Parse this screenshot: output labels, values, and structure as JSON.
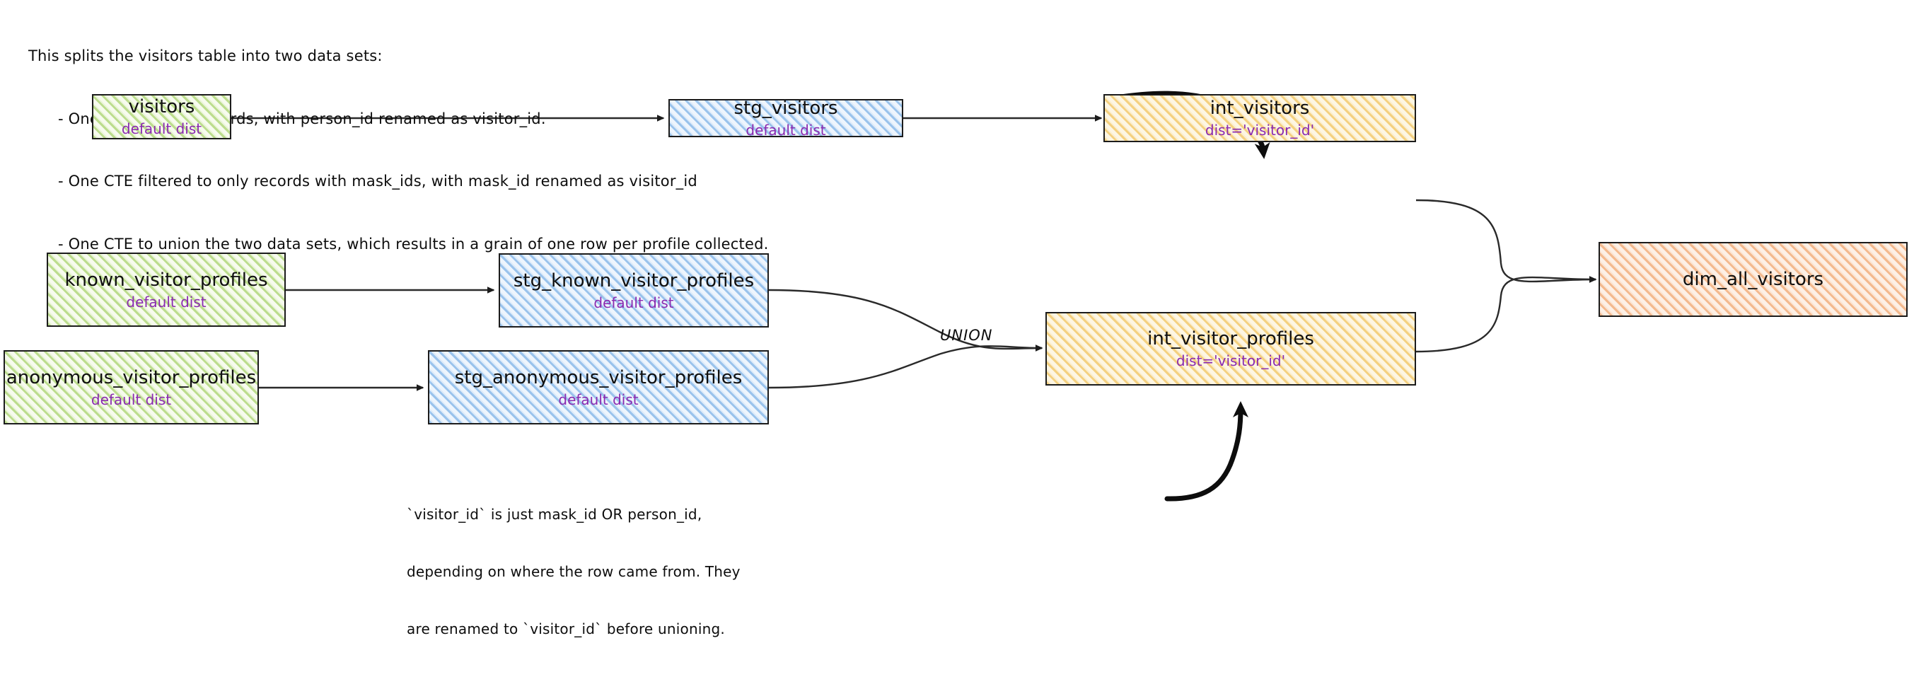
{
  "header_note": {
    "lines": [
      "This splits the visitors table into two data sets:",
      "- One CTE with all records, with person_id renamed as visitor_id.",
      "- One CTE filtered to only records with mask_ids, with mask_id renamed as visitor_id",
      "- One CTE to union the two data sets, which results in a grain of one row per profile collected."
    ]
  },
  "bottom_note": {
    "lines": [
      "`visitor_id` is just mask_id OR person_id,",
      "depending on where the row came from. They",
      "are renamed to `visitor_id` before unioning."
    ]
  },
  "union_label": "UNION",
  "colors": {
    "source_green": "#8cc43e",
    "staging_blue": "#569ade",
    "intermediate_yellow": "#ecb22e",
    "mart_orange": "#eb8c46",
    "dist_text_purple": "#8a2ab0",
    "stroke": "#1c1c1c"
  },
  "nodes": [
    {
      "id": "visitors",
      "title": "visitors",
      "sub": "default dist",
      "layer": "source"
    },
    {
      "id": "known_visitor_profiles",
      "title": "known_visitor_profiles",
      "sub": "default dist",
      "layer": "source"
    },
    {
      "id": "anonymous_visitor_profiles",
      "title": "anonymous_visitor_profiles",
      "sub": "default dist",
      "layer": "source"
    },
    {
      "id": "stg_visitors",
      "title": "stg_visitors",
      "sub": "default dist",
      "layer": "staging"
    },
    {
      "id": "stg_known_visitor_profiles",
      "title": "stg_known_visitor_profiles",
      "sub": "default dist",
      "layer": "staging"
    },
    {
      "id": "stg_anonymous_visitor_profiles",
      "title": "stg_anonymous_visitor_profiles",
      "sub": "default dist",
      "layer": "staging"
    },
    {
      "id": "int_visitors",
      "title": "int_visitors",
      "sub": "dist='visitor_id'",
      "layer": "intermediate"
    },
    {
      "id": "int_visitor_profiles",
      "title": "int_visitor_profiles",
      "sub": "dist='visitor_id'",
      "layer": "intermediate"
    },
    {
      "id": "dim_all_visitors",
      "title": "dim_all_visitors",
      "sub": "",
      "layer": "mart"
    }
  ],
  "edges": [
    {
      "from": "visitors",
      "to": "stg_visitors"
    },
    {
      "from": "known_visitor_profiles",
      "to": "stg_known_visitor_profiles"
    },
    {
      "from": "anonymous_visitor_profiles",
      "to": "stg_anonymous_visitor_profiles"
    },
    {
      "from": "stg_visitors",
      "to": "int_visitors"
    },
    {
      "from": "stg_known_visitor_profiles",
      "to": "int_visitor_profiles"
    },
    {
      "from": "stg_anonymous_visitor_profiles",
      "to": "int_visitor_profiles"
    },
    {
      "from": "int_visitors",
      "to": "dim_all_visitors"
    },
    {
      "from": "int_visitor_profiles",
      "to": "dim_all_visitors"
    }
  ]
}
